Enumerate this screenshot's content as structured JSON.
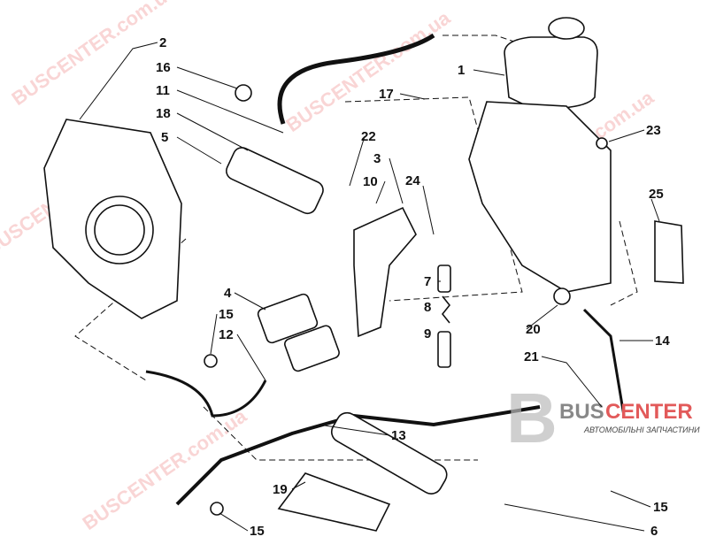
{
  "watermark": "BUSCENTER.com.ua",
  "logo": {
    "letter": "B",
    "bus": "BUS",
    "center": "CENTER",
    "subtitle": "АВТОМОБІЛЬНІ ЗАПЧАСТИНИ"
  },
  "callouts": [
    "2",
    "16",
    "11",
    "18",
    "5",
    "1",
    "17",
    "23",
    "22",
    "3",
    "10",
    "24",
    "25",
    "7",
    "8",
    "9",
    "20",
    "4",
    "15",
    "12",
    "14",
    "21",
    "13",
    "19",
    "15",
    "15",
    "6"
  ],
  "colors": {
    "watermark": "#e88888",
    "logo_red": "#e25a5a",
    "logo_grey": "#888888"
  }
}
